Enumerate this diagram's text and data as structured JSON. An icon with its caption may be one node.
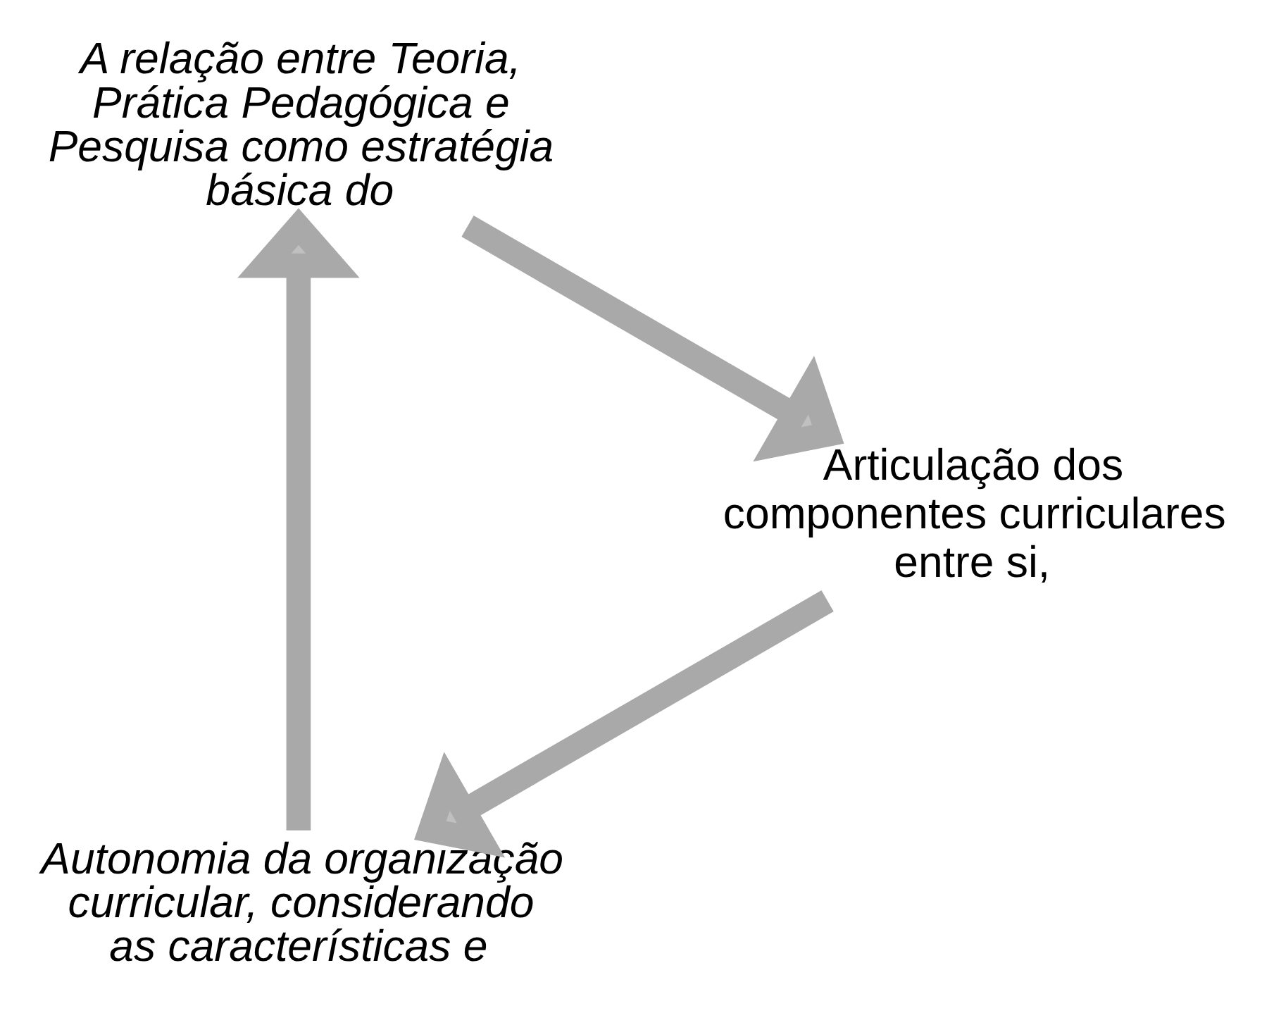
{
  "diagram": {
    "nodes": [
      {
        "text": [
          "Autonomia da organização curricular, considerando as características e"
        ]
      },
      {
        "text": [
          "A relação entre Teoria, Prática Pedagógica e Pesquisa como estratégia básica do"
        ]
      },
      {
        "text": [
          "Articulação dos componentes curriculares entre si,"
        ]
      }
    ],
    "edges": [
      {
        "from": 0,
        "to": 1,
        "arrow": "to"
      },
      {
        "from": 1,
        "to": 2,
        "arrow": "to"
      },
      {
        "from": 2,
        "to": 0,
        "arrow": "to"
      }
    ]
  }
}
